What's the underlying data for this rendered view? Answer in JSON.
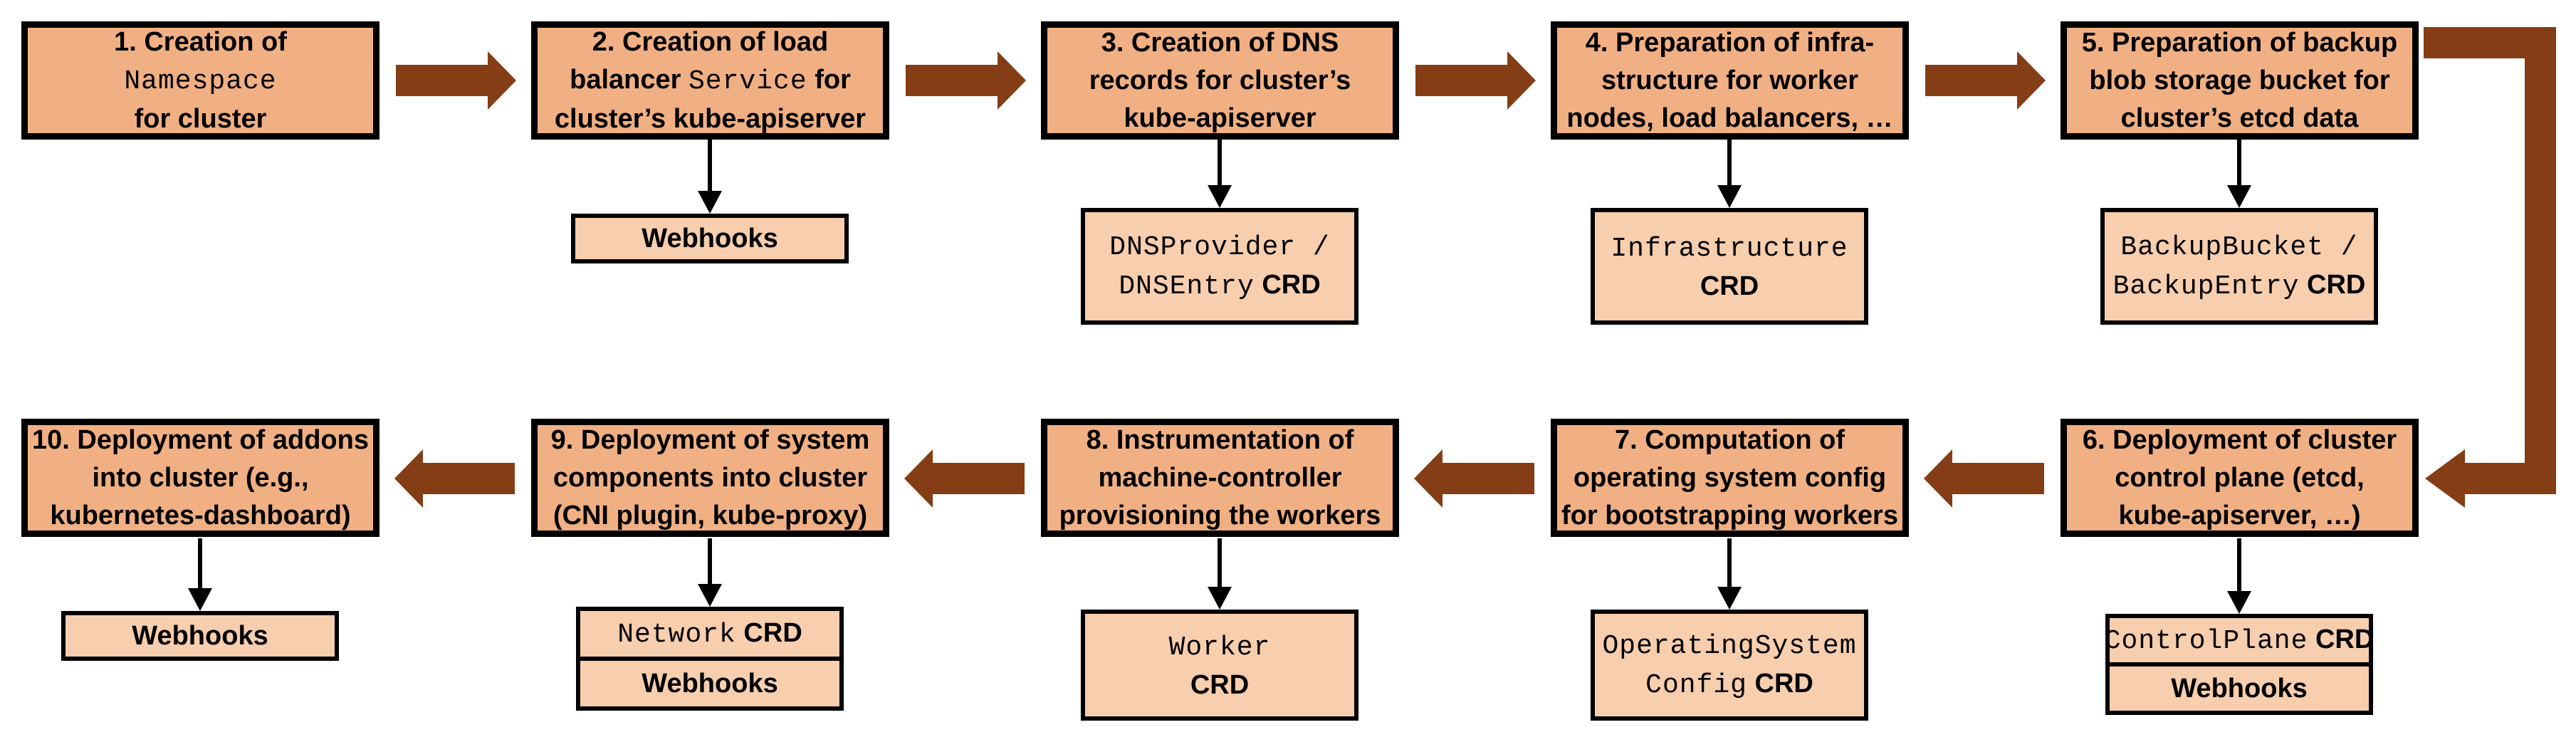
{
  "palette": {
    "main_box_fill": "#F1B083",
    "sub_box_fill": "#F7CEAE",
    "arrow_brown": "#843D15",
    "border_black": "#000000",
    "background": "#FFFFFF"
  },
  "steps": [
    {
      "id": "1",
      "lines": [
        {
          "a": "1. Creation of"
        },
        {
          "m": "Namespace"
        },
        {
          "a": "for cluster"
        }
      ]
    },
    {
      "id": "2",
      "lines": [
        {
          "a": "2. Creation of load"
        },
        {
          "a": "balancer ",
          "m": "Service",
          "b": " for"
        },
        {
          "a": "cluster’s kube-apiserver"
        }
      ]
    },
    {
      "id": "3",
      "lines": [
        {
          "a": "3. Creation of DNS"
        },
        {
          "a": "records for cluster’s"
        },
        {
          "a": "kube-apiserver"
        }
      ]
    },
    {
      "id": "4",
      "lines": [
        {
          "a": "4. Preparation of infra-"
        },
        {
          "a": "structure for worker"
        },
        {
          "a": "nodes, load balancers, …"
        }
      ]
    },
    {
      "id": "5",
      "lines": [
        {
          "a": "5. Preparation of backup"
        },
        {
          "a": "blob storage bucket for"
        },
        {
          "a": "cluster’s etcd data"
        }
      ]
    },
    {
      "id": "6",
      "lines": [
        {
          "a": "6. Deployment of cluster"
        },
        {
          "a": "control plane (etcd,"
        },
        {
          "a": "kube-apiserver, …)"
        }
      ]
    },
    {
      "id": "7",
      "lines": [
        {
          "a": "7. Computation of"
        },
        {
          "a": "operating system config"
        },
        {
          "a": "for bootstrapping workers"
        }
      ]
    },
    {
      "id": "8",
      "lines": [
        {
          "a": "8. Instrumentation of"
        },
        {
          "a": "machine-controller"
        },
        {
          "a": "provisioning the workers"
        }
      ]
    },
    {
      "id": "9",
      "lines": [
        {
          "a": "9. Deployment of system"
        },
        {
          "a": "components into cluster"
        },
        {
          "a": "(CNI plugin, kube-proxy)"
        }
      ]
    },
    {
      "id": "10",
      "lines": [
        {
          "a": "10. Deployment of addons"
        },
        {
          "a": "into cluster (e.g.,"
        },
        {
          "a": "kubernetes-dashboard)"
        }
      ]
    }
  ],
  "artifacts": {
    "step2_webhooks": {
      "label": "Webhooks"
    },
    "step3_crd": {
      "line1_mono": "DNSProvider /",
      "line2_mono": "DNSEntry",
      "line2_bold": " CRD"
    },
    "step4_crd": {
      "line1_mono": "Infrastructure",
      "line2_bold": "CRD"
    },
    "step5_crd": {
      "line1_mono": "BackupBucket /",
      "line2_mono": "BackupEntry",
      "line2_bold": " CRD"
    },
    "step6_crd": {
      "line1_mono": "ControlPlane",
      "line1_bold": " CRD"
    },
    "step6_webhooks": {
      "label": "Webhooks"
    },
    "step7_crd": {
      "line1_mono": "OperatingSystem",
      "line2_mono": "Config",
      "line2_bold": " CRD"
    },
    "step8_crd": {
      "line1_mono": "Worker",
      "line2_bold": "CRD"
    },
    "step9_crd": {
      "line1_mono": "Network",
      "line1_bold": " CRD"
    },
    "step9_webhooks": {
      "label": "Webhooks"
    },
    "step10_webhooks": {
      "label": "Webhooks"
    }
  }
}
